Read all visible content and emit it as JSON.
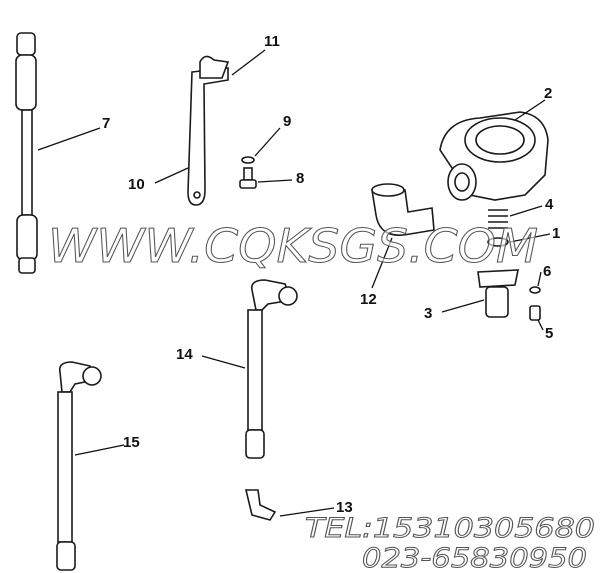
{
  "diagram": {
    "callouts": [
      {
        "id": "11",
        "label": "11"
      },
      {
        "id": "2",
        "label": "2"
      },
      {
        "id": "7",
        "label": "7"
      },
      {
        "id": "9",
        "label": "9"
      },
      {
        "id": "10",
        "label": "10"
      },
      {
        "id": "8",
        "label": "8"
      },
      {
        "id": "4",
        "label": "4"
      },
      {
        "id": "1",
        "label": "1"
      },
      {
        "id": "12",
        "label": "12"
      },
      {
        "id": "3",
        "label": "3"
      },
      {
        "id": "6",
        "label": "6"
      },
      {
        "id": "5",
        "label": "5"
      },
      {
        "id": "14",
        "label": "14"
      },
      {
        "id": "15",
        "label": "15"
      },
      {
        "id": "13",
        "label": "13"
      }
    ]
  },
  "watermark": {
    "site": "WWW.CQKSGS.COM",
    "tel": "TEL:15310305680",
    "phone": "023-65830950"
  },
  "colors": {
    "line": "#1a1a1a",
    "background": "#ffffff"
  }
}
